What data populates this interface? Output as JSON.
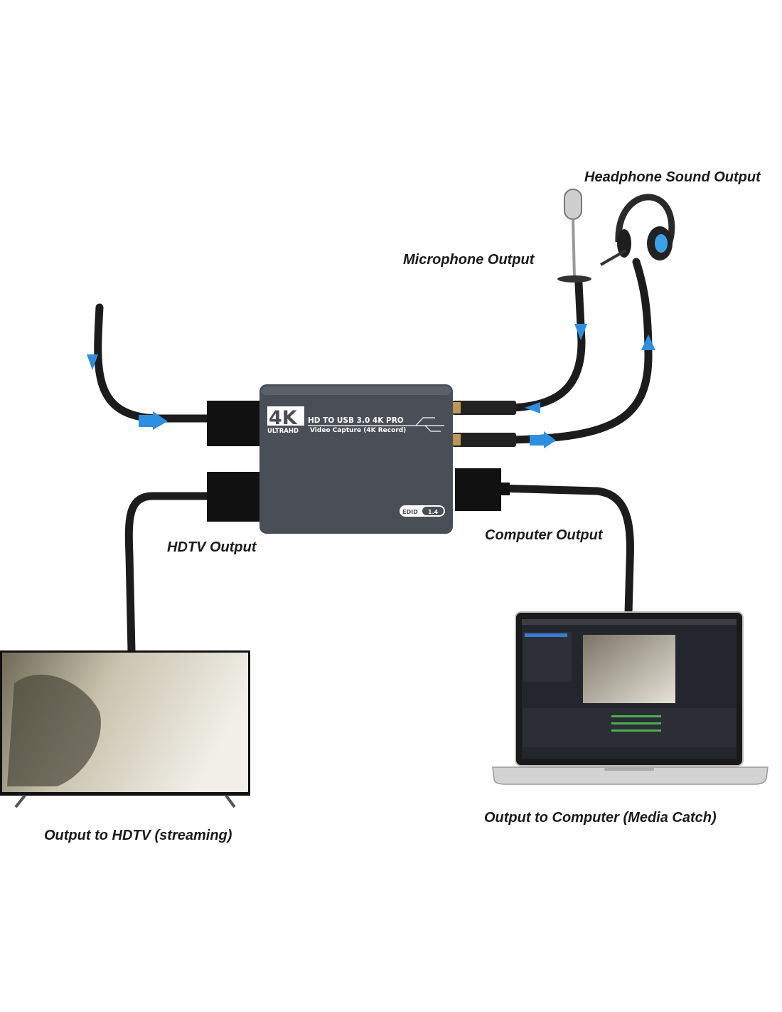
{
  "labels": {
    "headphone": "Headphone Sound Output",
    "microphone": "Microphone Output",
    "hdtv_output": "HDTV Output",
    "computer_output": "Computer Output",
    "output_hdtv": "Output to HDTV (streaming)",
    "output_computer": "Output to Computer (Media Catch)"
  },
  "device": {
    "logo_4k": "4K",
    "logo_ultrahd": "ULTRAHD",
    "line1": "HD TO USB 3.0 4K PRO",
    "line2": "Video Capture (4K Record)",
    "edid_label": "EDID",
    "edid_value": "1.4",
    "body_color": "#4a4f57"
  },
  "colors": {
    "arrow": "#2e8fe0",
    "cable": "#1c1c1c"
  },
  "icons": [
    "microphone-icon",
    "headphone-icon",
    "tv-icon",
    "laptop-icon",
    "flow-arrow-icon"
  ]
}
